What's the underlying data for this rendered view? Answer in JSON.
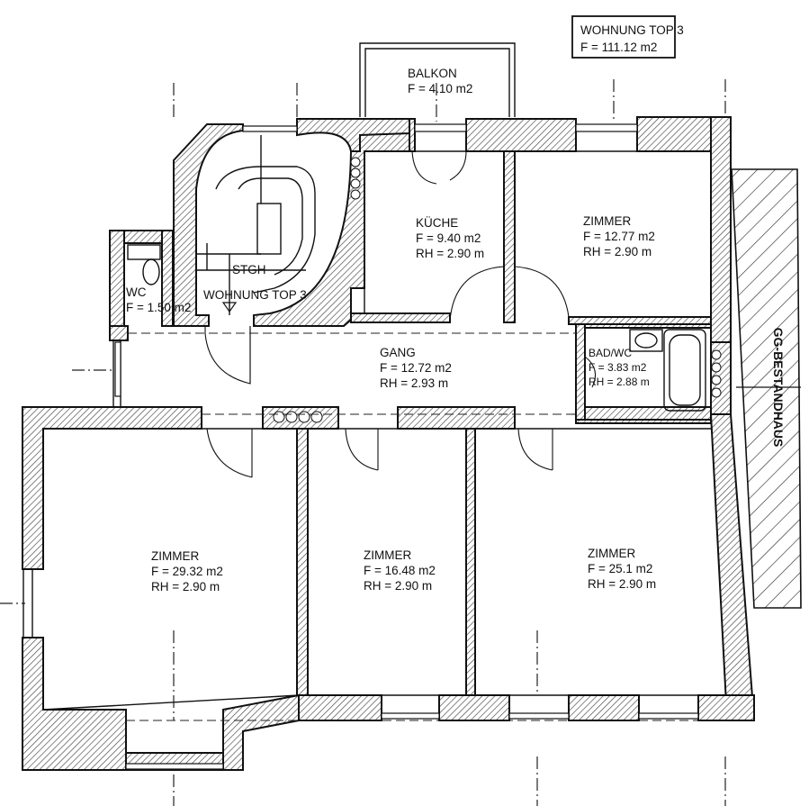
{
  "info_box": {
    "title": "WOHNUNG TOP 3",
    "area": "F = 111.12 m2"
  },
  "rooms": {
    "balkon": {
      "name": "BALKON",
      "area": "F = 4.10 m2"
    },
    "kueche": {
      "name": "KÜCHE",
      "area": "F = 9.40 m2",
      "height": "RH = 2.90 m"
    },
    "zimmer_ne": {
      "name": "ZIMMER",
      "area": "F = 12.77 m2",
      "height": "RH = 2.90 m"
    },
    "stgh": {
      "name": "STGH",
      "sub": "WOHNUNG TOP 3"
    },
    "wc": {
      "name": "WC",
      "area": "F = 1.50 m2"
    },
    "gang": {
      "name": "GANG",
      "area": "F = 12.72 m2",
      "height": "RH = 2.93 m"
    },
    "bad": {
      "name": "BAD/WC",
      "area": "F = 3.83 m2",
      "height": "RH = 2.88 m"
    },
    "zimmer_sw": {
      "name": "ZIMMER",
      "area": "F = 29.32 m2",
      "height": "RH = 2.90 m"
    },
    "zimmer_s": {
      "name": "ZIMMER",
      "area": "F = 16.48 m2",
      "height": "RH = 2.90 m"
    },
    "zimmer_se": {
      "name": "ZIMMER",
      "area": "F = 25.1 m2",
      "height": "RH = 2.90 m"
    }
  },
  "neighbor": {
    "label": "GG-BESTANDHAUS"
  }
}
